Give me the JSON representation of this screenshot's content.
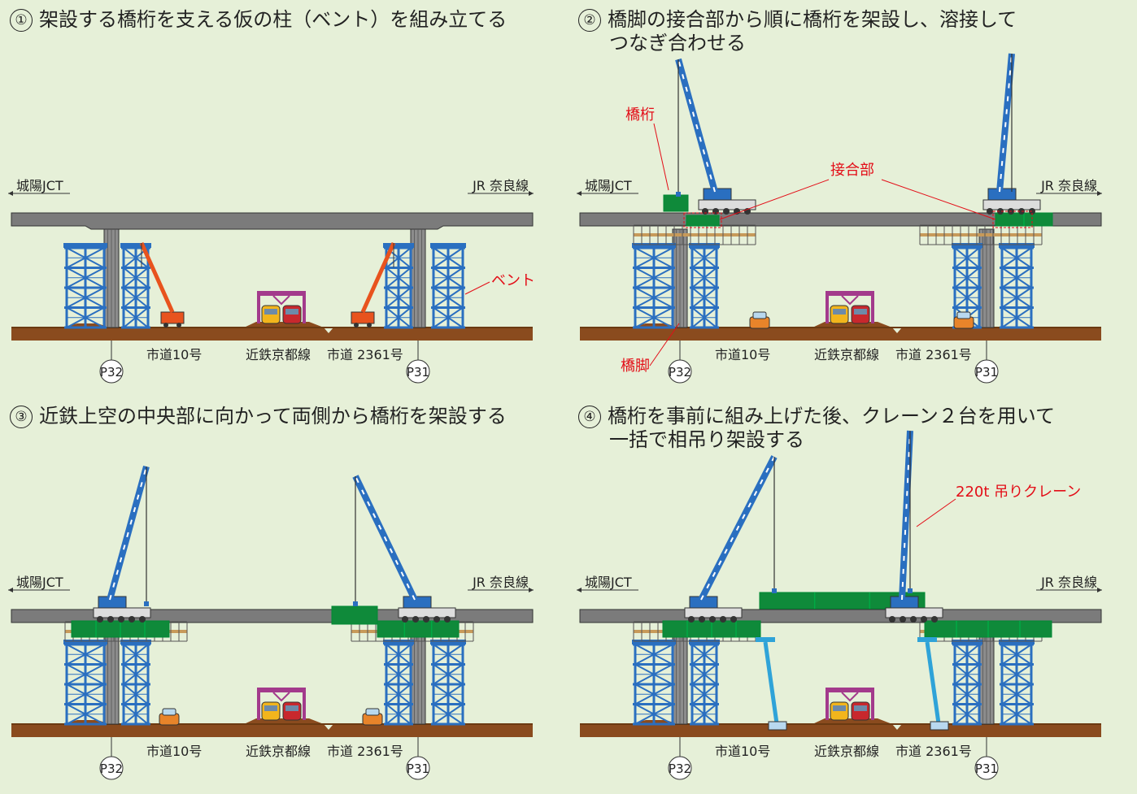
{
  "panels": [
    {
      "num": "①",
      "title": "架設する橋桁を支える仮の柱（ベント）を組み立てる",
      "title2": ""
    },
    {
      "num": "②",
      "title": "橋脚の接合部から順に橋桁を架設し、溶接して",
      "title2": "つなぎ合わせる"
    },
    {
      "num": "③",
      "title": "近鉄上空の中央部に向かって両側から橋桁を架設する",
      "title2": ""
    },
    {
      "num": "④",
      "title": "橋桁を事前に組み上げた後、クレーン２台を用いて",
      "title2": "一括で相吊り架設する"
    }
  ],
  "labels": {
    "left_dir": "城陽JCT",
    "right_dir": "JR 奈良線",
    "road_a": "市道10号",
    "railway": "近鉄京都線",
    "road_b": "市道 2361号",
    "pier_left": "P32",
    "pier_right": "P31"
  },
  "callouts": {
    "bent": "ベント",
    "girder": "橋桁",
    "joint": "接合部",
    "pier": "橋脚",
    "crane": "220t 吊りクレーン"
  },
  "colors": {
    "background": "#e6f0d8",
    "deck": "#7b7b7b",
    "girder": "#0f8a3a",
    "bent": "#2a6fc0",
    "crane_boom": "#2a6fc0",
    "small_crane": "#e8531e",
    "callout": "#e30d17",
    "ground": "#8a4b1e"
  }
}
